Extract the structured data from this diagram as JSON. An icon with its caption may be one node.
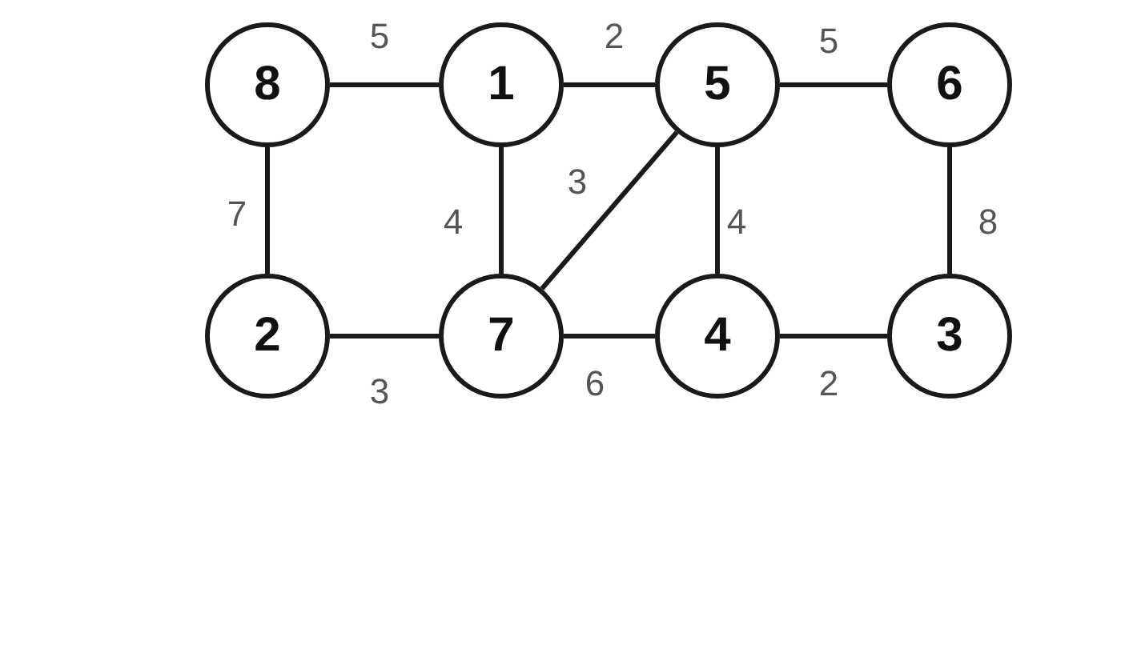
{
  "diagram": {
    "nodes": [
      {
        "text": [
          "8"
        ]
      },
      {
        "text": [
          "1"
        ]
      },
      {
        "text": [
          "5"
        ]
      },
      {
        "text": [
          "6"
        ]
      },
      {
        "text": [
          "2"
        ]
      },
      {
        "text": [
          "7"
        ]
      },
      {
        "text": [
          "4"
        ]
      },
      {
        "text": [
          "3"
        ]
      }
    ],
    "edges": [
      {
        "from": 0,
        "to": 1,
        "arrow": "none",
        "label": "5"
      },
      {
        "from": 1,
        "to": 2,
        "arrow": "none",
        "label": "2"
      },
      {
        "from": 2,
        "to": 3,
        "arrow": "none",
        "label": "5"
      },
      {
        "from": 0,
        "to": 4,
        "arrow": "none",
        "label": "7"
      },
      {
        "from": 1,
        "to": 5,
        "arrow": "none",
        "label": "4"
      },
      {
        "from": 5,
        "to": 2,
        "arrow": "none",
        "label": "3"
      },
      {
        "from": 2,
        "to": 6,
        "arrow": "none",
        "label": "4"
      },
      {
        "from": 3,
        "to": 7,
        "arrow": "none",
        "label": "8"
      },
      {
        "from": 4,
        "to": 5,
        "arrow": "none",
        "label": "3"
      },
      {
        "from": 5,
        "to": 6,
        "arrow": "none",
        "label": "6"
      },
      {
        "from": 6,
        "to": 7,
        "arrow": "none",
        "label": "2"
      }
    ]
  }
}
